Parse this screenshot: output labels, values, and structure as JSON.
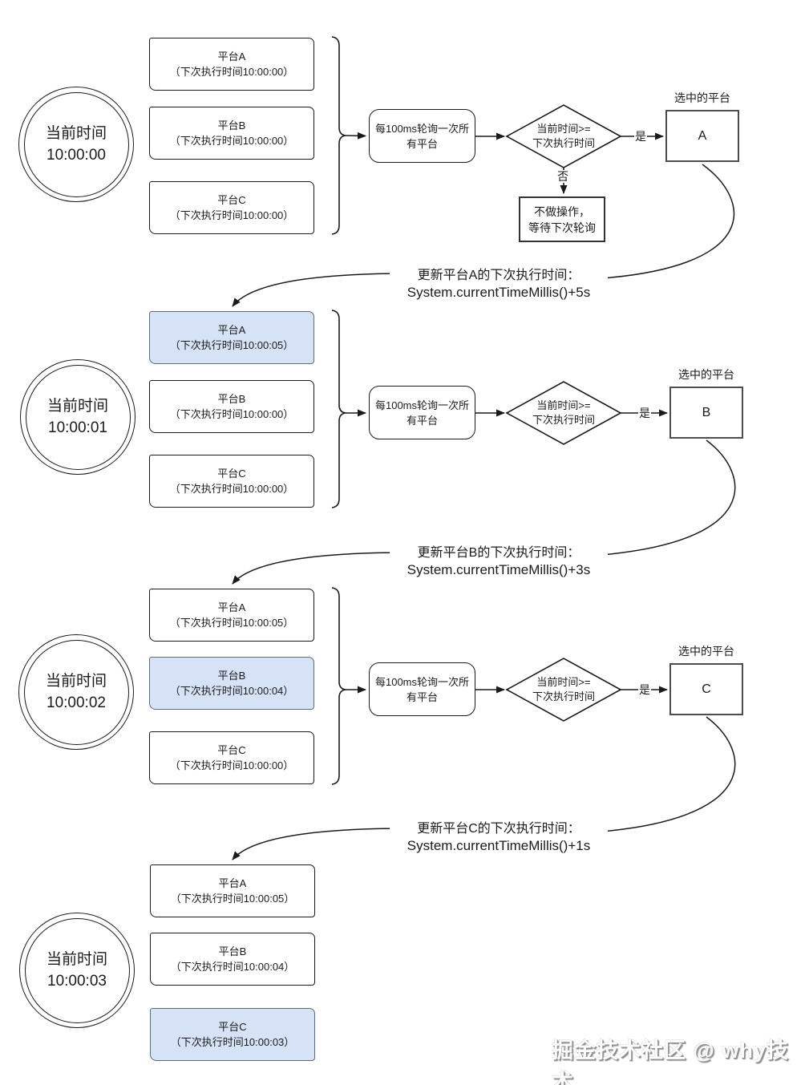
{
  "flow": {
    "poll_label": "每100ms轮询一次所有平台",
    "condition_line1": "当前时间>=",
    "condition_line2": "下次执行时间",
    "yes_label": "是",
    "no_label": "否",
    "noop_line1": "不做操作，",
    "noop_line2": "等待下次轮询",
    "selected_caption": "选中的平台"
  },
  "sections": [
    {
      "current_time_label": "当前时间",
      "current_time": "10:00:00",
      "selected_platform": "A",
      "platforms": [
        {
          "name": "平台A",
          "next_time": "（下次执行时间10:00:00）",
          "highlighted": false
        },
        {
          "name": "平台B",
          "next_time": "（下次执行时间10:00:00）",
          "highlighted": false
        },
        {
          "name": "平台C",
          "next_time": "（下次执行时间10:00:00）",
          "highlighted": false
        }
      ]
    },
    {
      "current_time_label": "当前时间",
      "current_time": "10:00:01",
      "selected_platform": "B",
      "platforms": [
        {
          "name": "平台A",
          "next_time": "（下次执行时间10:00:05）",
          "highlighted": true
        },
        {
          "name": "平台B",
          "next_time": "（下次执行时间10:00:00）",
          "highlighted": false
        },
        {
          "name": "平台C",
          "next_time": "（下次执行时间10:00:00）",
          "highlighted": false
        }
      ]
    },
    {
      "current_time_label": "当前时间",
      "current_time": "10:00:02",
      "selected_platform": "C",
      "platforms": [
        {
          "name": "平台A",
          "next_time": "（下次执行时间10:00:05）",
          "highlighted": false
        },
        {
          "name": "平台B",
          "next_time": "（下次执行时间10:00:04）",
          "highlighted": true
        },
        {
          "name": "平台C",
          "next_time": "（下次执行时间10:00:00）",
          "highlighted": false
        }
      ]
    },
    {
      "current_time_label": "当前时间",
      "current_time": "10:00:03",
      "selected_platform": "",
      "platforms": [
        {
          "name": "平台A",
          "next_time": "（下次执行时间10:00:05）",
          "highlighted": false
        },
        {
          "name": "平台B",
          "next_time": "（下次执行时间10:00:04）",
          "highlighted": false
        },
        {
          "name": "平台C",
          "next_time": "（下次执行时间10:00:03）",
          "highlighted": true
        }
      ]
    }
  ],
  "annotations": [
    {
      "line1": "更新平台A的下次执行时间：",
      "line2": "System.currentTimeMillis()+5s"
    },
    {
      "line1": "更新平台B的下次执行时间：",
      "line2": "System.currentTimeMillis()+3s"
    },
    {
      "line1": "更新平台C的下次执行时间：",
      "line2": "System.currentTimeMillis()+1s"
    }
  ],
  "watermark": "掘金技术社区 @ why技术",
  "colors": {
    "highlight_fill": "#d6e3f6",
    "highlight_border": "#5d6b7a",
    "stroke": "#1a1a1a"
  }
}
